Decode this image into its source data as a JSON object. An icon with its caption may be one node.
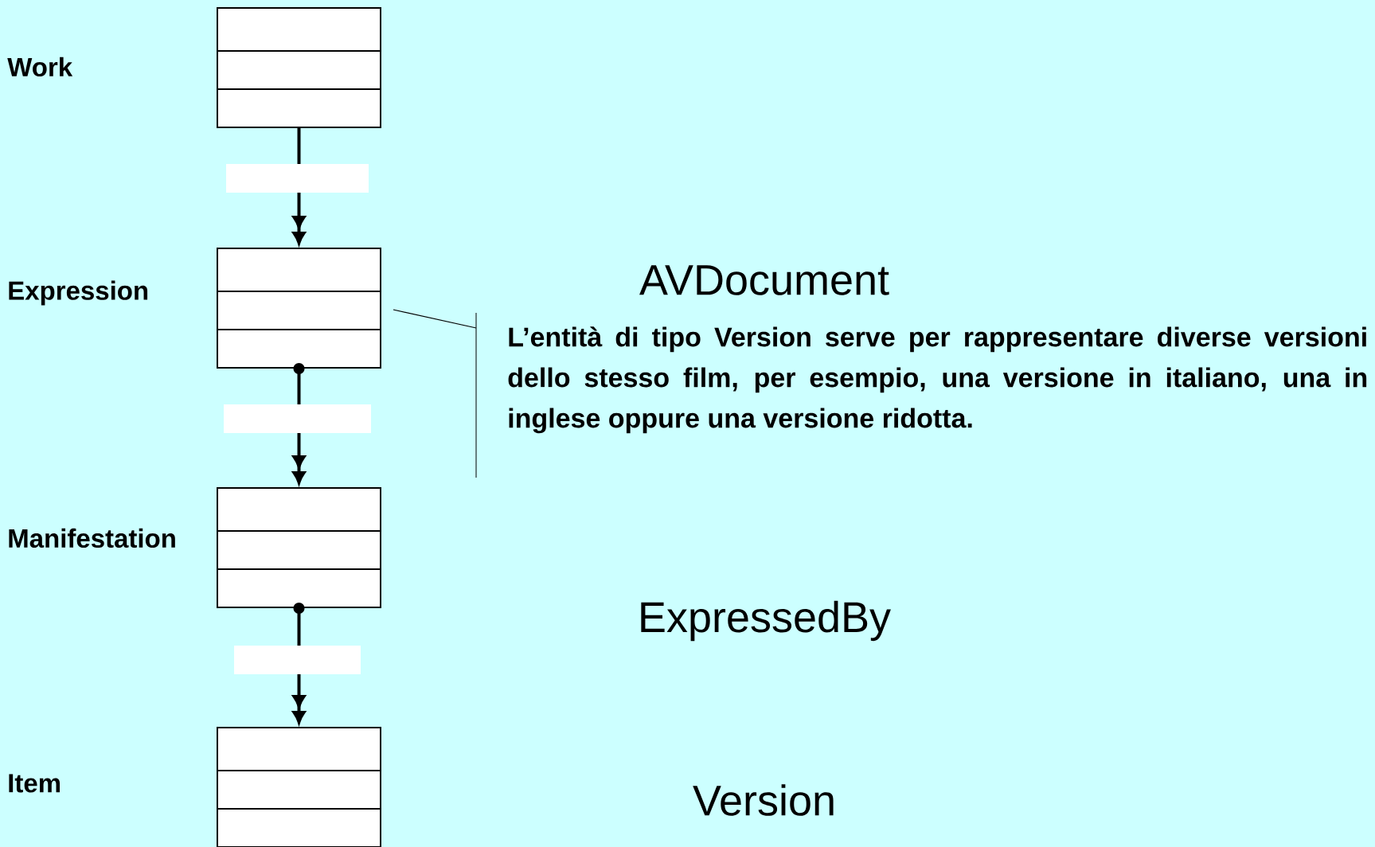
{
  "diagram": {
    "nodes": [
      {
        "text": [],
        "shape": "box"
      },
      {
        "text": [],
        "shape": "box"
      },
      {
        "text": [],
        "shape": "box"
      },
      {
        "text": [],
        "shape": "box"
      },
      {
        "text": [
          "L’entità di tipo Version serve per rappresentare diverse versioni dello stesso film, per esempio, una versione in italiano, una in inglese oppure una versione ridotta."
        ]
      }
    ],
    "edges": [
      {
        "from": 0,
        "to": 1,
        "arrow": "to"
      },
      {
        "from": 1,
        "to": 2,
        "arrow": "to"
      },
      {
        "from": 2,
        "to": 3,
        "arrow": "to"
      },
      {
        "from": 4,
        "to": 1,
        "arrow": "none"
      }
    ],
    "labels": [
      "Work",
      "Expression",
      "AVDocument",
      "Manifestation",
      "ExpressedBy",
      "Item",
      "Version"
    ]
  }
}
